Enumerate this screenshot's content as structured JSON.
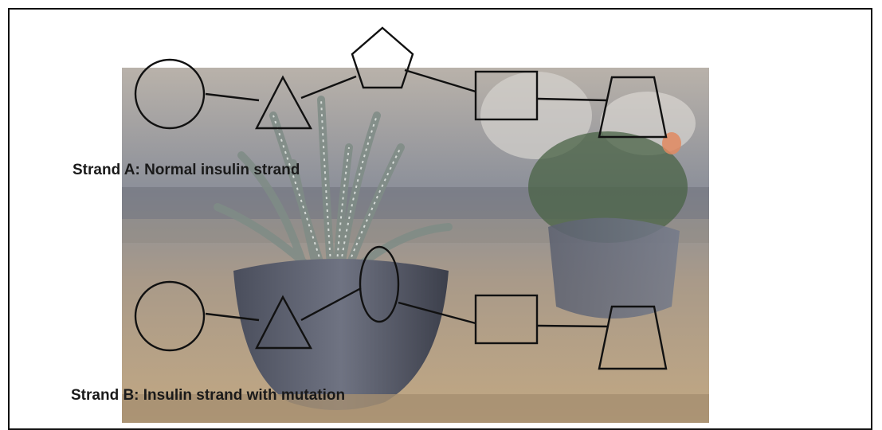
{
  "strand_a": {
    "label": "Strand A: Normal insulin strand",
    "shapes": [
      "circle",
      "triangle",
      "pentagon",
      "square",
      "trapezoid"
    ]
  },
  "strand_b": {
    "label": "Strand B: Insulin strand with mutation",
    "shapes": [
      "circle",
      "triangle",
      "ellipse",
      "square",
      "trapezoid"
    ]
  },
  "colors": {
    "outline": "#111111",
    "background": "#ffffff"
  }
}
